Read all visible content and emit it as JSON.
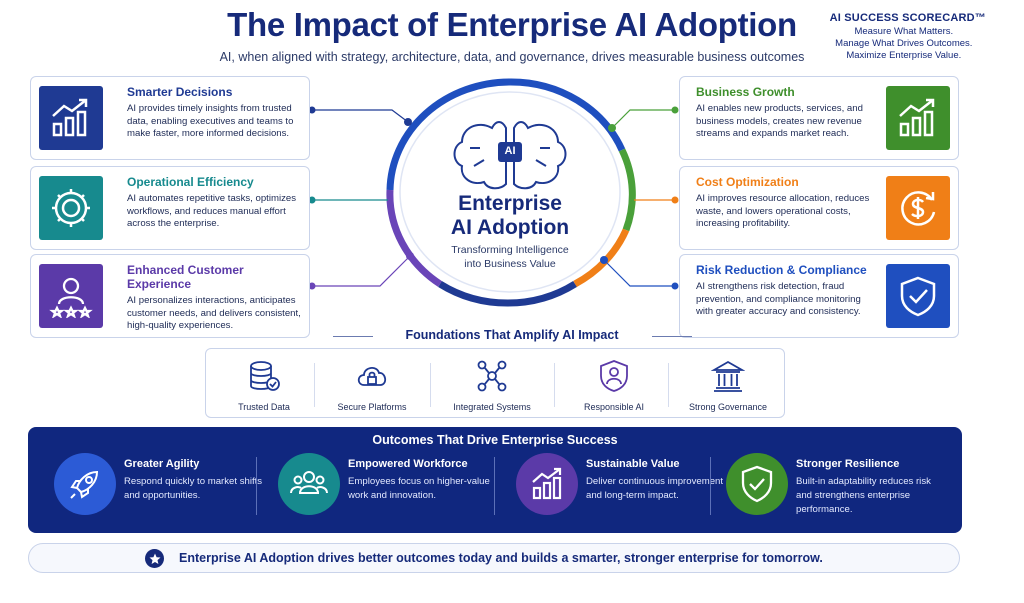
{
  "header": {
    "title": "The Impact of Enterprise AI Adoption",
    "subtitle": "AI, when aligned with strategy, architecture, data, and governance, drives measurable business outcomes"
  },
  "scorecard": {
    "title": "AI SUCCESS SCORECARD™",
    "lines": [
      "Measure What Matters.",
      "Manage What Drives Outcomes.",
      "Maximize Enterprise Value."
    ]
  },
  "hub": {
    "badge": "AI",
    "title_line1": "Enterprise",
    "title_line2": "AI Adoption",
    "sub_line1": "Transforming Intelligence",
    "sub_line2": "into Business Value"
  },
  "left_cards": [
    {
      "title": "Smarter Decisions",
      "desc": "AI provides timely insights from trusted data, enabling executives and teams to make faster, more informed decisions.",
      "icon": "bar-chart-growth-icon",
      "color": "#1f3a93"
    },
    {
      "title": "Operational Efficiency",
      "desc": "AI automates repetitive tasks, optimizes workflows, and reduces manual effort across the enterprise.",
      "icon": "gear-icon",
      "color": "#178a8e"
    },
    {
      "title": "Enhanced Customer Experience",
      "desc": "AI personalizes interactions, anticipates customer needs, and delivers consistent, high-quality experiences.",
      "icon": "customer-stars-icon",
      "color": "#5b3aa8"
    }
  ],
  "right_cards": [
    {
      "title": "Business Growth",
      "desc": "AI enables new products, services, and business models, creates new revenue streams and expands market reach.",
      "icon": "bar-chart-growth-icon",
      "color": "#3f8f2c"
    },
    {
      "title": "Cost Optimization",
      "desc": "AI improves resource allocation, reduces waste, and lowers operational costs, increasing profitability.",
      "icon": "dollar-cycle-icon",
      "color": "#f07f17"
    },
    {
      "title": "Risk Reduction & Compliance",
      "desc": "AI strengthens risk detection, fraud prevention, and compliance monitoring with greater accuracy and consistency.",
      "icon": "shield-check-icon",
      "color": "#1f4fbf"
    }
  ],
  "foundations": {
    "title": "Foundations That Amplify AI Impact",
    "items": [
      {
        "label": "Trusted Data",
        "icon": "database-check-icon"
      },
      {
        "label": "Secure Platforms",
        "icon": "cloud-lock-icon"
      },
      {
        "label": "Integrated Systems",
        "icon": "network-nodes-icon"
      },
      {
        "label": "Responsible AI",
        "icon": "person-shield-icon"
      },
      {
        "label": "Strong Governance",
        "icon": "institution-icon"
      }
    ]
  },
  "outcomes": {
    "title": "Outcomes That Drive Enterprise Success",
    "items": [
      {
        "title": "Greater Agility",
        "desc": "Respond quickly to market shifts and opportunities.",
        "icon": "rocket-icon",
        "color": "#2c5bd6"
      },
      {
        "title": "Empowered Workforce",
        "desc": "Employees focus on higher-value work and innovation.",
        "icon": "team-icon",
        "color": "#178a8e"
      },
      {
        "title": "Sustainable Value",
        "desc": "Deliver continuous improvement and long-term impact.",
        "icon": "growth-chart-icon",
        "color": "#5b3aa8"
      },
      {
        "title": "Stronger Resilience",
        "desc": "Built-in adaptability reduces risk and strengthens enterprise performance.",
        "icon": "shield-check-icon",
        "color": "#3f8f2c"
      }
    ]
  },
  "footer": {
    "text": "Enterprise AI Adoption drives better outcomes today and builds a smarter, stronger enterprise for tomorrow."
  }
}
